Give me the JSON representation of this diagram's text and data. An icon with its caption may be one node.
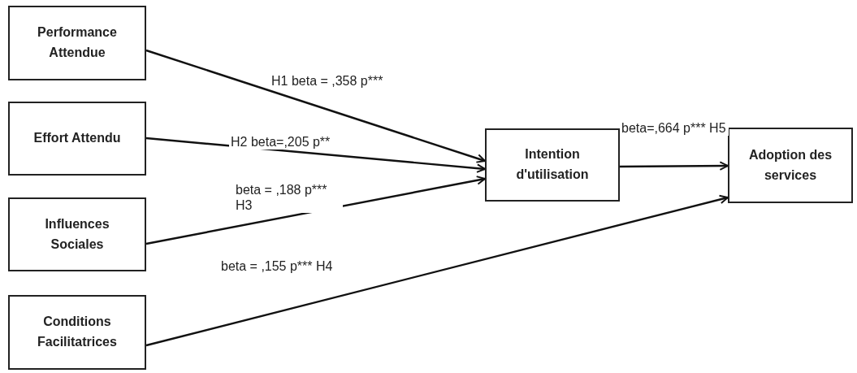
{
  "diagram": {
    "nodes": [
      {
        "text": [
          "Performance Attendue"
        ]
      },
      {
        "text": [
          "Effort Attendu"
        ]
      },
      {
        "text": [
          "Influences Sociales"
        ]
      },
      {
        "text": [
          "Conditions Facilitatrices"
        ]
      },
      {
        "text": [
          "Intention d'utilisation"
        ]
      },
      {
        "text": [
          "Adoption des services"
        ]
      }
    ],
    "edges": [
      {
        "from": 0,
        "to": 4,
        "arrow": "to",
        "label": "H1 beta = ,358 p***"
      },
      {
        "from": 1,
        "to": 4,
        "arrow": "to",
        "label": "H2 beta=,205 p**"
      },
      {
        "from": 2,
        "to": 4,
        "arrow": "to",
        "label": "beta = ,188 p*** H3"
      },
      {
        "from": 3,
        "to": 5,
        "arrow": "to",
        "label": "beta = ,155 p*** H4"
      },
      {
        "from": 4,
        "to": 5,
        "arrow": "to",
        "label": "beta=,664 p*** H5"
      }
    ]
  }
}
